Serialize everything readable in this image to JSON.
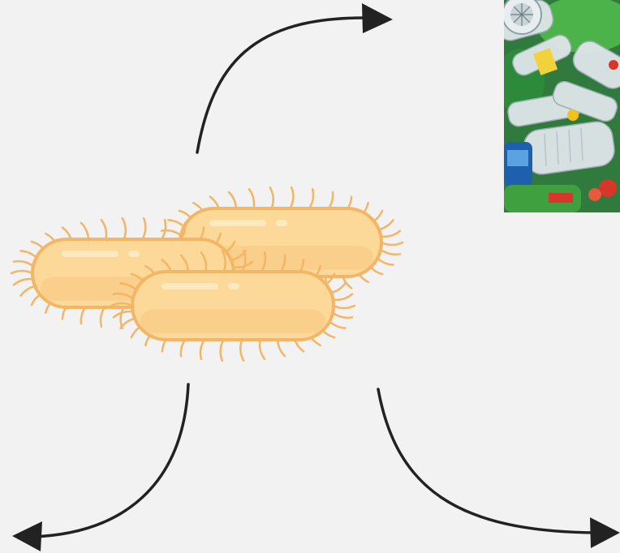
{
  "diagram": {
    "center_subject": {
      "icon": "bacteria-cluster-icon",
      "colors": {
        "fill": "#fdd999",
        "outline": "#f3b566",
        "highlight": "#fde8c0",
        "flagella": "#f3b566"
      },
      "cell_count": 3
    },
    "photo": {
      "icon": "plastic-bottles-photo",
      "colors": [
        "#2e8b3d",
        "#4cb34a",
        "#c9d3d8",
        "#1e5fae",
        "#d9362b",
        "#f2d23a",
        "#e8eef0"
      ]
    },
    "arrows": {
      "color": "#222222",
      "items": [
        {
          "name": "arrow-to-top-right",
          "direction": "up-right"
        },
        {
          "name": "arrow-to-bottom-left",
          "direction": "down-left"
        },
        {
          "name": "arrow-to-bottom-right",
          "direction": "down-right"
        }
      ]
    },
    "background": "#f2f2f2"
  }
}
